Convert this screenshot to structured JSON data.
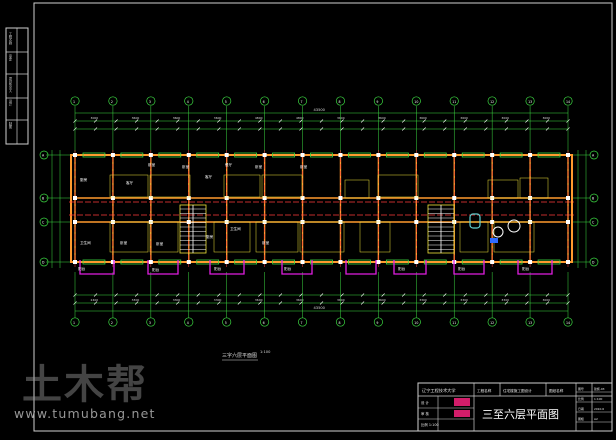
{
  "drawing": {
    "plan_caption": "三字六层平面图",
    "plan_scale": "1:100",
    "top_total_dim": "43500",
    "bottom_total_dim": "43500",
    "top_dims": [
      "3000",
      "3600",
      "3600",
      "3600",
      "4800",
      "4800",
      "3600",
      "3600",
      "3600",
      "3600",
      "3000",
      "3000"
    ],
    "bottom_dims": [
      "2400",
      "3300",
      "3300",
      "3300",
      "3600",
      "3600",
      "3600",
      "3600",
      "3300",
      "3300",
      "3300",
      "3000"
    ],
    "axis_top": [
      "1",
      "2",
      "3",
      "4",
      "5",
      "6",
      "7",
      "8",
      "9",
      "10",
      "11",
      "12",
      "13",
      "14"
    ],
    "axis_side": [
      "A",
      "B",
      "C",
      "D"
    ],
    "rooms": [
      "厨房",
      "客厅",
      "卧室",
      "卧室",
      "客厅",
      "餐厅",
      "卧室",
      "卧室",
      "卫生间",
      "卫生间",
      "厨房",
      "卧室",
      "卧室",
      "卧室",
      "阳台",
      "阳台",
      "阳台",
      "阳台",
      "阳台",
      "阳台",
      "阳台"
    ]
  },
  "title_block": {
    "school": "辽宁工程技术大学",
    "project": "工程名称",
    "project_value": "住宅楼施工图设计",
    "sheet_label": "图纸名称",
    "drawing_title": "三至六层平面图",
    "rows_left": [
      "设 计",
      "审 核",
      "比例 1:100"
    ],
    "rows_right": [
      "图号",
      "比例",
      "日期",
      "图幅"
    ],
    "rows_right_vals": [
      "建施-03",
      "1:100",
      "2010.6",
      "A2"
    ]
  },
  "left_strip": [
    "工程名称",
    "审定",
    "项目负责人",
    "设计",
    "制图"
  ],
  "watermark": {
    "logo_text": "土木帮",
    "url": "www.tumubang.net"
  }
}
